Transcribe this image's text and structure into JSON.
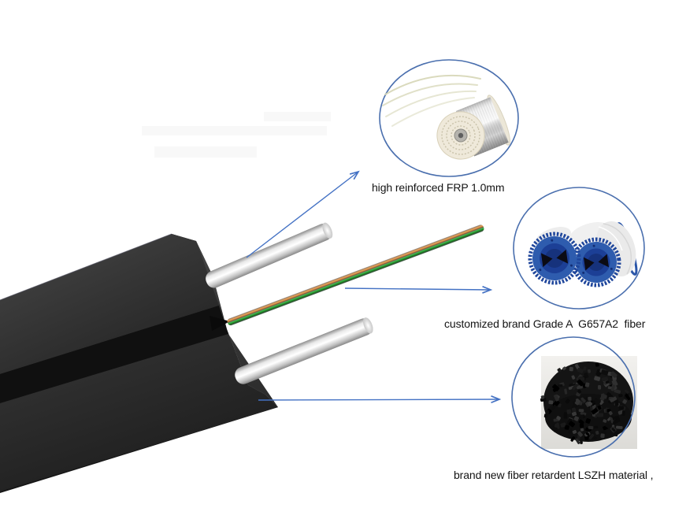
{
  "callouts": [
    {
      "id": "frp",
      "label": "high reinforced FRP 1.0mm",
      "image": "frp-rod-spool-photo"
    },
    {
      "id": "fiber",
      "label": "customized brand Grade A  G657A2  fiber",
      "image": "blue-fiber-spools-photo"
    },
    {
      "id": "lszh",
      "label": "brand new fiber retardent LSZH material ,",
      "image": "black-lszh-pellets-photo"
    }
  ],
  "colors": {
    "callout_circle_stroke": "#4a6fae",
    "arrow": "#4472c4",
    "cable_jacket": "#1a1a1a",
    "frp_rod": "#e8e8e8",
    "fiber_orange": "#dd9a55",
    "fiber_green": "#2fae3a",
    "spool_blue": "#2e5cae",
    "frp_spool_cream": "#e9e4d3",
    "pellets_black": "#111111"
  }
}
